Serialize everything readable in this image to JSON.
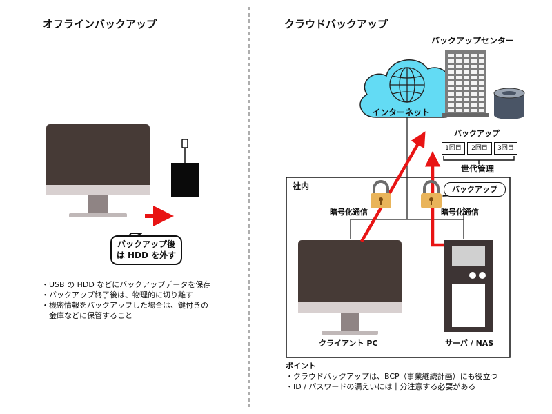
{
  "offline": {
    "title": "オフラインバックアップ",
    "callout_line1": "バックアップ後",
    "callout_line2": "は HDD を外す",
    "notes": [
      "・USB の HDD などにバックアップデータを保存",
      "・バックアップ終了後は、物理的に切り離す",
      "・機密情報をバックアップした場合は、鍵付きの",
      "　金庫などに保管すること"
    ]
  },
  "cloud": {
    "title": "クラウドバックアップ",
    "internet_label": "インターネット",
    "center_label": "バックアップセンター",
    "backup_label": "バックアップ",
    "generations": [
      "1回目",
      "2回目",
      "3回目"
    ],
    "generation_label": "世代管理",
    "office_label": "社内",
    "encrypted_left": "暗号化通信",
    "encrypted_right": "暗号化通信",
    "backup_callout": "バックアップ",
    "client_label": "クライアント PC",
    "server_label": "サーバ / NAS",
    "points_title": "ポイント",
    "points": [
      "・クラウドバックアップは、BCP（事業継続計画）にも役立つ",
      "・ID / パスワードの漏えいには十分注意する必要がある"
    ]
  },
  "colors": {
    "arrow": "#e81414",
    "monitor_screen": "#463a36",
    "monitor_stand": "#8f8484",
    "cloud": "#63dbf4",
    "lock": "#e9b45a",
    "building": "#7d7d7d",
    "server_body": "#3d3434"
  }
}
